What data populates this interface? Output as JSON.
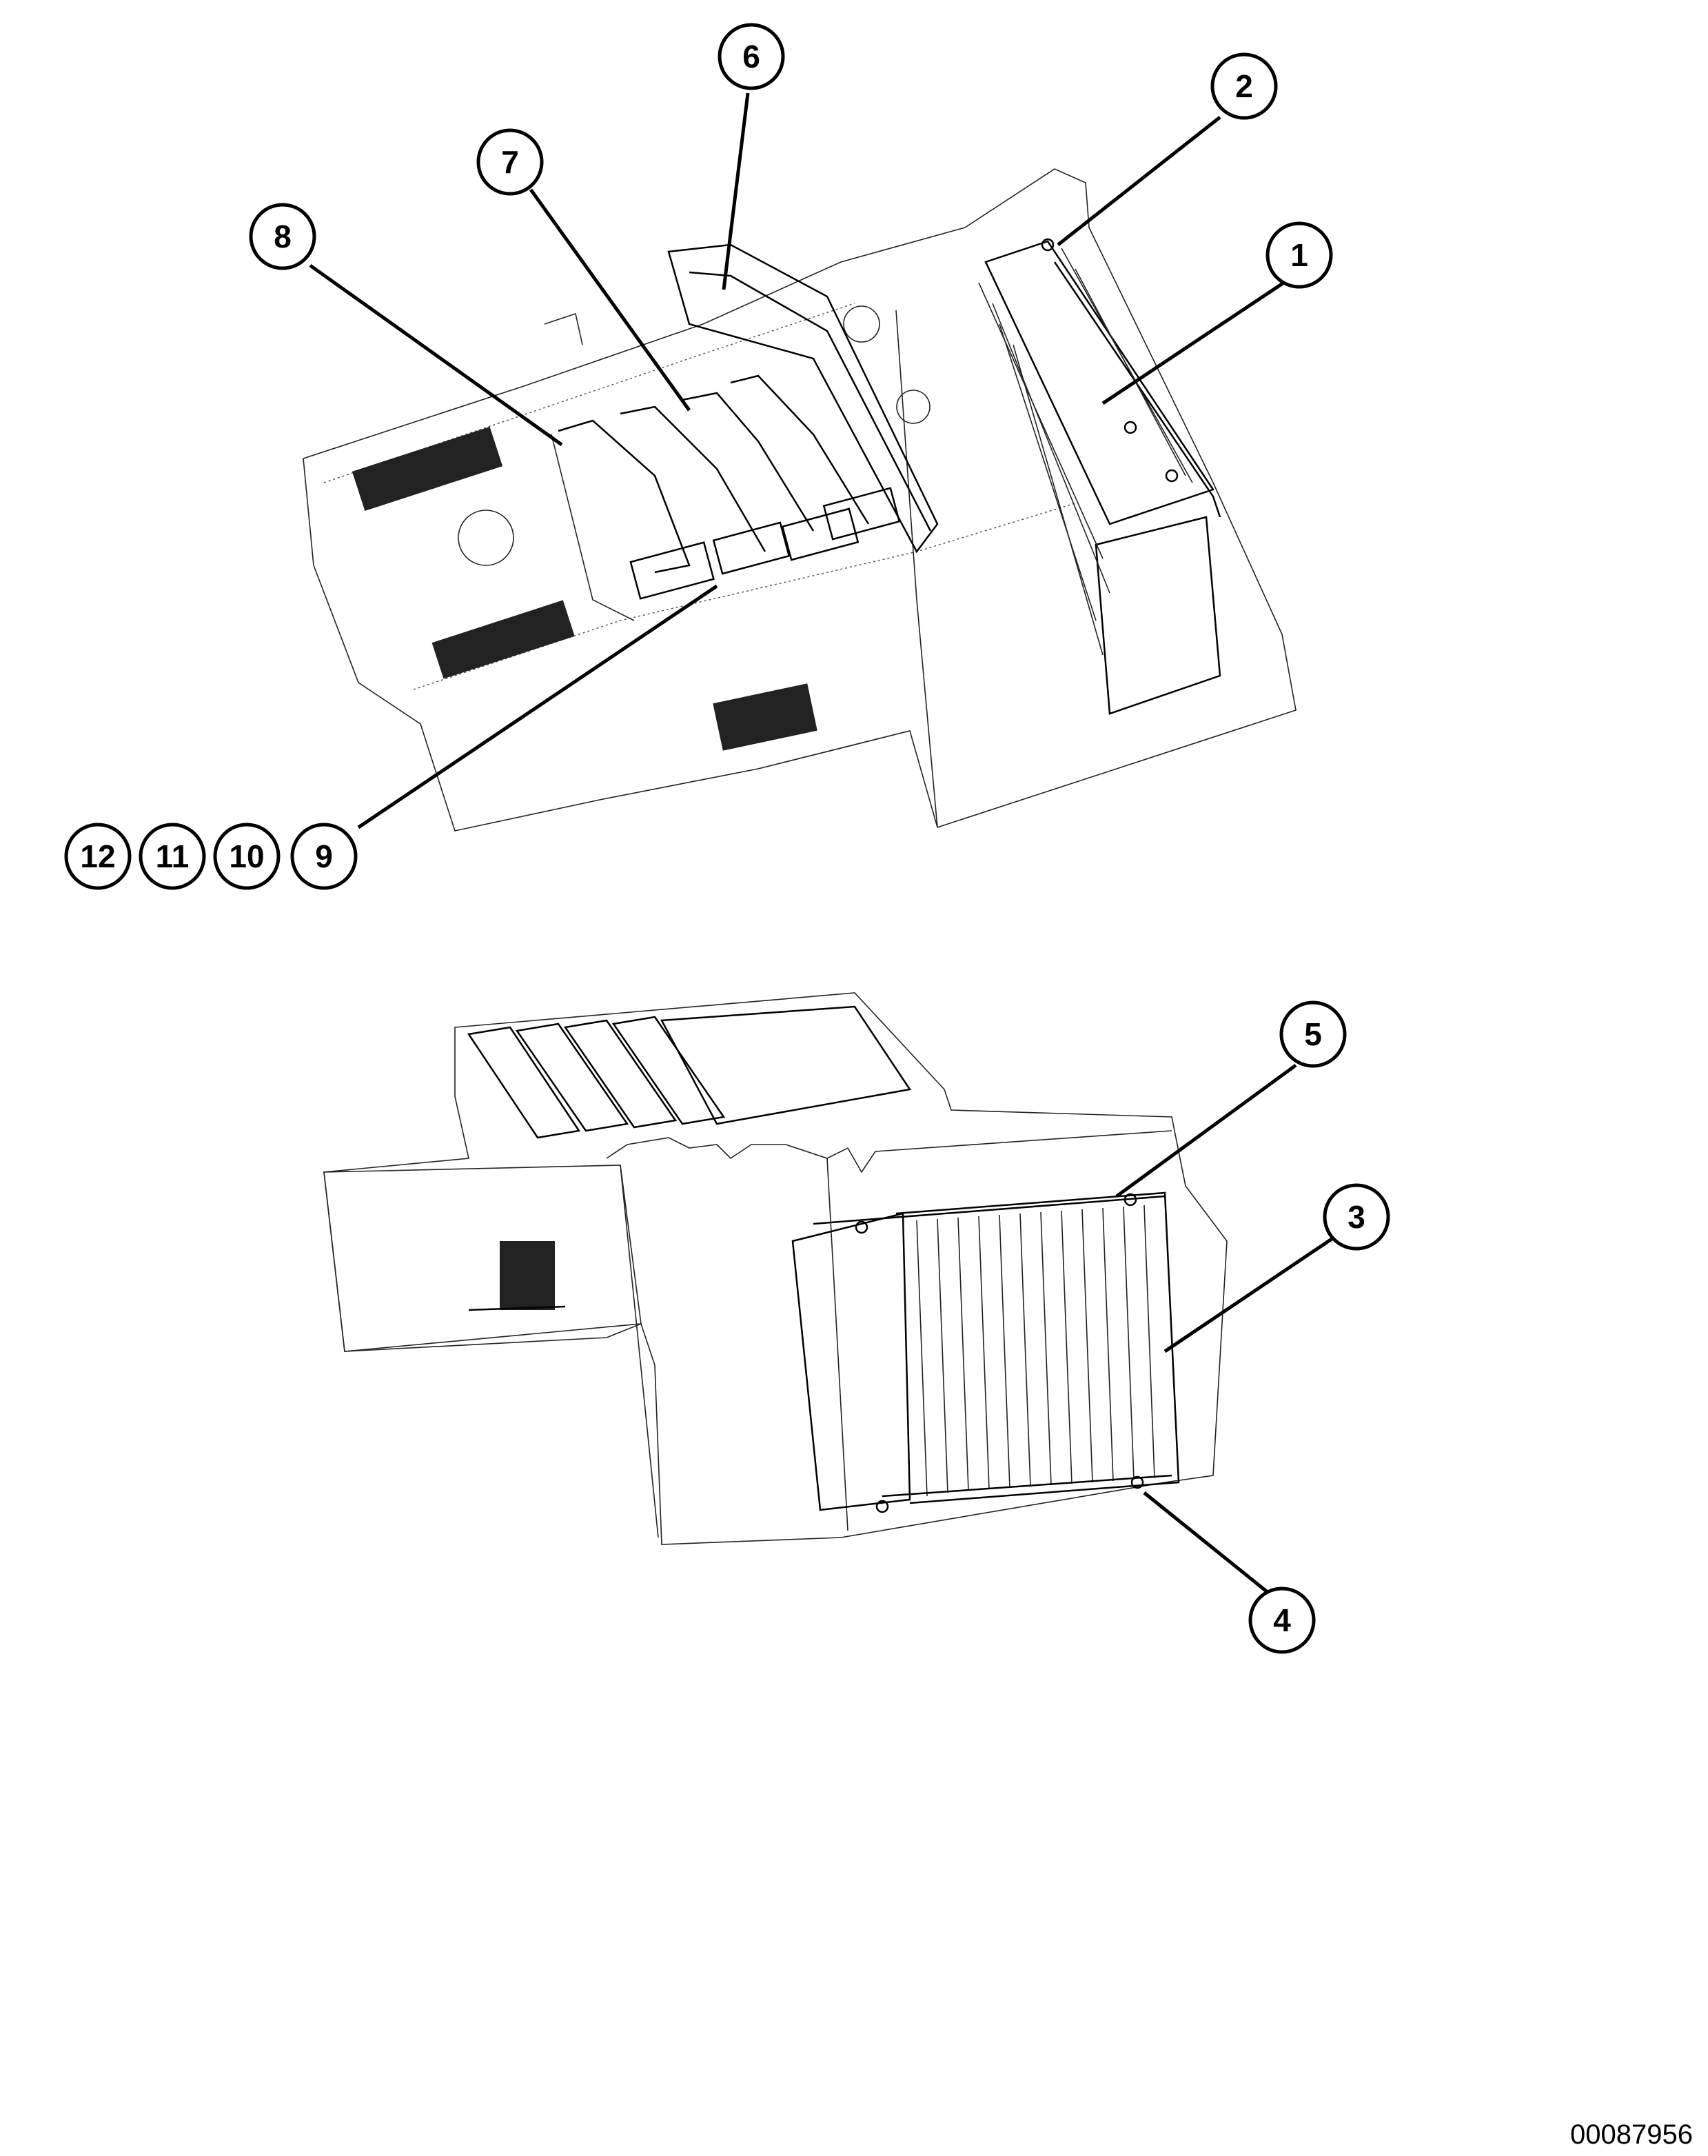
{
  "figure": {
    "figure_number": "00087956",
    "callouts": {
      "c1": "1",
      "c2": "2",
      "c3": "3",
      "c4": "4",
      "c5": "5",
      "c6": "6",
      "c7": "7",
      "c8": "8",
      "c9": "9",
      "c10": "10",
      "c11": "11",
      "c12": "12"
    }
  }
}
